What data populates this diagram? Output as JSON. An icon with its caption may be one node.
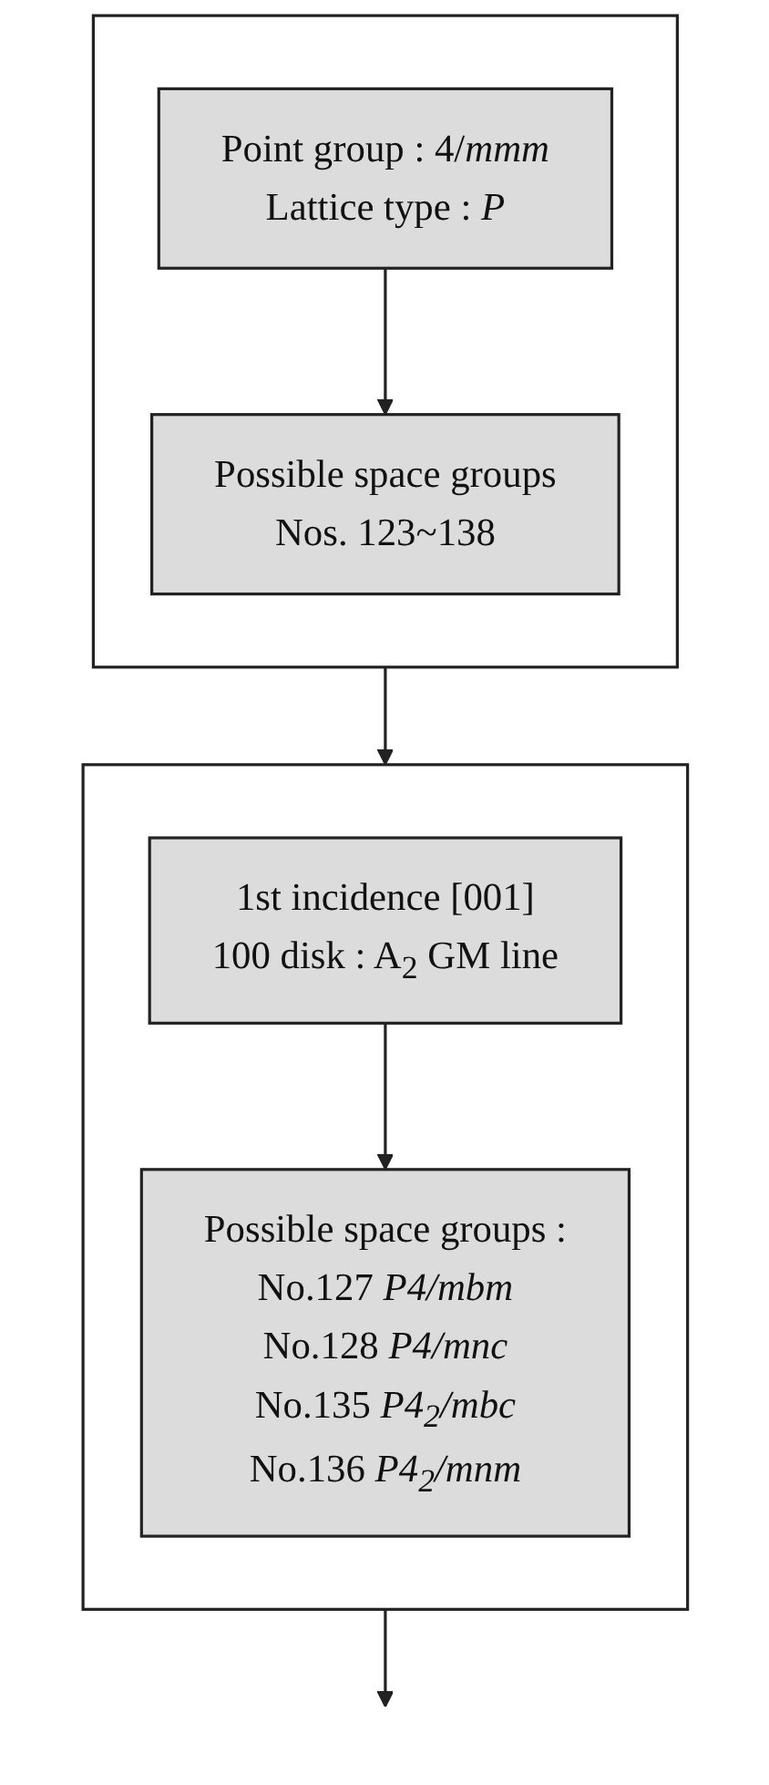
{
  "diagram": {
    "nodes": [
      {
        "text": [],
        "shape": "box"
      },
      {
        "text": [
          "Point group : 4/*mmm*",
          "Lattice type : *P*"
        ],
        "in": 0
      },
      {
        "text": [
          "Possible space groups",
          "Nos. 123~138"
        ],
        "in": 0
      },
      {
        "text": [],
        "shape": "box"
      },
      {
        "text": [
          "1st incidence [001]",
          "100 disk : A$_{2}$ GM line"
        ],
        "in": 3
      },
      {
        "text": [
          "Possible space groups :",
          "No.127 *P4/mbm*",
          "No.128 *P4/mnc*",
          "No.135 *P4$_{2}$/mbc*",
          "No.136 *P4$_{2}$/mnm*"
        ],
        "in": 3
      }
    ],
    "edges": [
      {
        "from": 1,
        "to": 2,
        "arrow": "to"
      },
      {
        "from": 0,
        "to": 3,
        "arrow": "to"
      },
      {
        "from": 4,
        "to": 5,
        "arrow": "to"
      },
      {
        "from": 3,
        "to": null,
        "arrow": "to"
      }
    ]
  }
}
